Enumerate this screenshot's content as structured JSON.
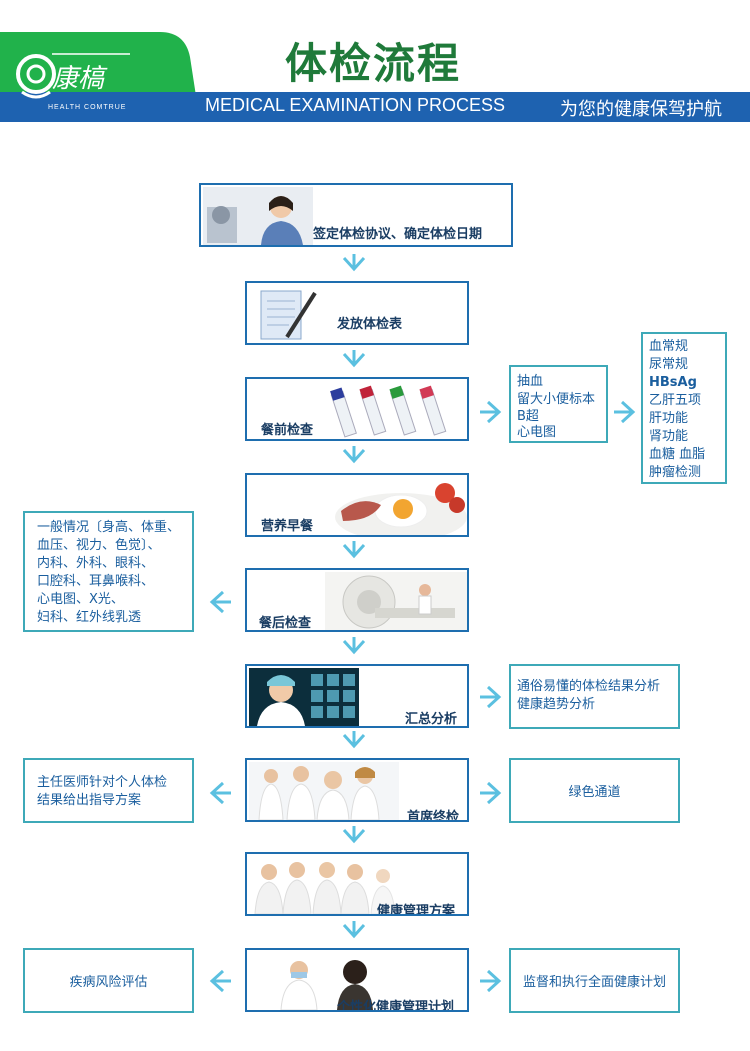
{
  "header": {
    "title": "体检流程",
    "subtitle_en": "MEDICAL EXAMINATION PROCESS",
    "subtitle_cn": "为您的健康保驾护航",
    "logo_text": "康槁",
    "logo_sub": "HEALTH COMTRUE"
  },
  "colors": {
    "header_green": "#21b24b",
    "band_blue": "#1e62b0",
    "step_border": "#1e6eaf",
    "side_border": "#3ea9b8",
    "arrow": "#5bc0e0"
  },
  "steps": [
    {
      "label": "签定体检协议、确定体检日期",
      "icon": "receptionist-headset-image"
    },
    {
      "label": "发放体检表",
      "icon": "form-and-pen-image"
    },
    {
      "label": "餐前检查",
      "icon": "blood-test-tubes-image"
    },
    {
      "label": "营养早餐",
      "icon": "breakfast-plate-image"
    },
    {
      "label": "餐后检查",
      "icon": "ct-scanner-image"
    },
    {
      "label": "汇总分析",
      "icon": "doctor-xray-image"
    },
    {
      "label": "首席终检",
      "icon": "medical-team-image"
    },
    {
      "label": "健康管理方案",
      "icon": "doctors-group-image"
    },
    {
      "label": "个性化健康管理计划",
      "icon": "doctor-consultation-image"
    }
  ],
  "side_boxes": {
    "pre_meal": [
      "抽血",
      "留大小便标本",
      "B超",
      "心电图"
    ],
    "blood_items": [
      "血常规",
      "尿常规",
      "HBsAg",
      "乙肝五项",
      "肝功能",
      "肾功能",
      "血糖  血脂",
      "肿瘤检测"
    ],
    "post_meal": [
      "一般情况〔身高、体重、",
      "血压、视力、色觉〕、",
      "内科、外科、眼科、",
      "口腔科、耳鼻喉科、",
      "心电图、X光、",
      "妇科、红外线乳透"
    ],
    "analysis": [
      "通俗易懂的体检结果分析",
      "健康趋势分析"
    ],
    "director_left": [
      "主任医师针对个人体检",
      "结果给出指导方案"
    ],
    "green_channel": "绿色通道",
    "risk": "疾病风险评估",
    "supervise": "监督和执行全面健康计划"
  }
}
